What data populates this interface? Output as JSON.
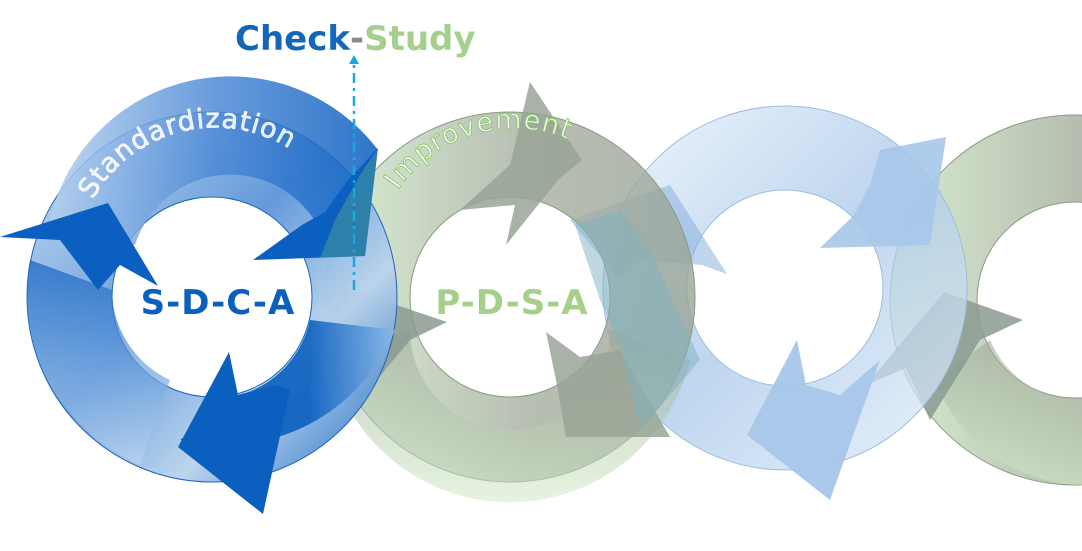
{
  "title": {
    "check": "Check",
    "separator": "-",
    "study": "Study"
  },
  "cycles": [
    {
      "id": "sdca",
      "code": "S-D-C-A",
      "arc_label": "Standardization",
      "theme": "blue-strong"
    },
    {
      "id": "pdsa",
      "code": "P-D-S-A",
      "arc_label": "Improvement",
      "theme": "green"
    },
    {
      "id": "cycle-3",
      "code": "",
      "arc_label": "",
      "theme": "blue-light"
    },
    {
      "id": "cycle-4",
      "code": "",
      "arc_label": "",
      "theme": "green"
    }
  ],
  "colors": {
    "check_blue": "#1466b8",
    "study_green": "#a5cf8c",
    "separator_gray": "#8c8c8c",
    "dashed_arrow": "#1aa6e0",
    "sdca_dark": "#0a5fbf",
    "sdca_light": "#b8d3ec",
    "pdsa_text": "#a6d08a",
    "green_light": "#cfe7c6",
    "green_gray": "#9aa596",
    "blue_pale": "#e3eefa",
    "blue_mid": "#a7c6e9"
  }
}
